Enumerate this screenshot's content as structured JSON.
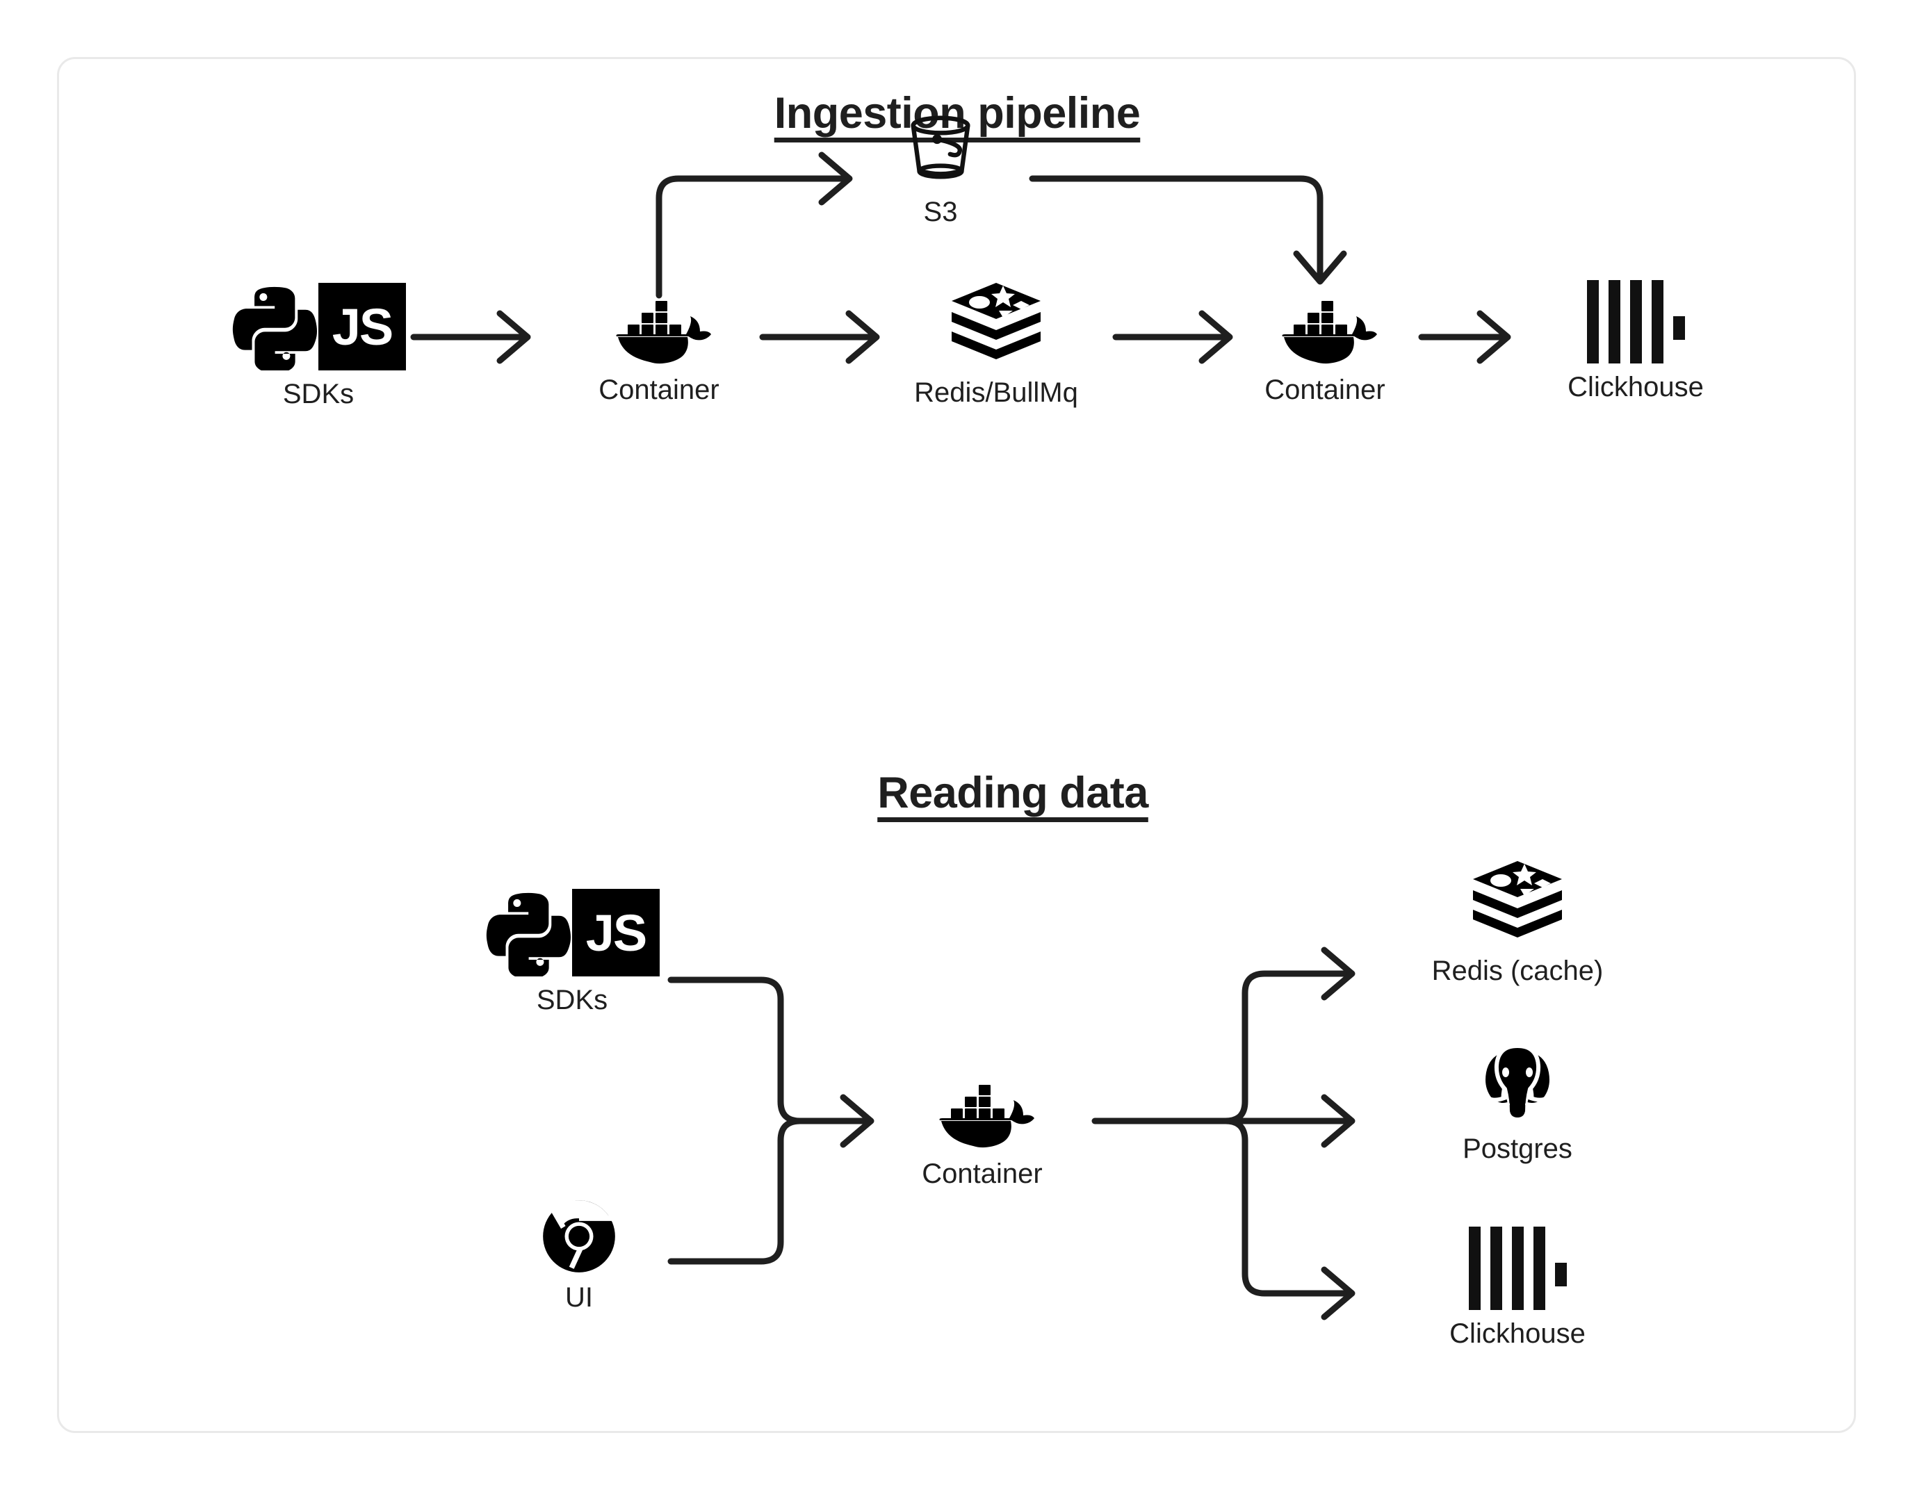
{
  "diagram": {
    "background": "#ffffff",
    "card_border_color": "#e9e9e9",
    "ink_color": "#1f1f1f",
    "sections": [
      {
        "id": "ingestion",
        "title": "Ingestion pipeline",
        "nodes": [
          {
            "id": "sdks-top",
            "label": "SDKs",
            "icon": "python-js-sdk-icon"
          },
          {
            "id": "s3",
            "label": "S3",
            "icon": "s3-bucket-icon"
          },
          {
            "id": "container-ingest",
            "label": "Container",
            "icon": "docker-whale-icon"
          },
          {
            "id": "redis-bullmq",
            "label": "Redis/BullMq",
            "icon": "redis-stack-icon"
          },
          {
            "id": "container-worker",
            "label": "Container",
            "icon": "docker-whale-icon"
          },
          {
            "id": "clickhouse-top",
            "label": "Clickhouse",
            "icon": "clickhouse-bars-icon"
          }
        ],
        "edges": [
          {
            "from": "sdks-top",
            "to": "container-ingest",
            "shape": "straight-arrow"
          },
          {
            "from": "container-ingest",
            "to": "s3",
            "shape": "elbow-up-right-arrow"
          },
          {
            "from": "container-ingest",
            "to": "redis-bullmq",
            "shape": "straight-arrow"
          },
          {
            "from": "s3",
            "to": "container-worker",
            "shape": "elbow-right-down-arrow"
          },
          {
            "from": "redis-bullmq",
            "to": "container-worker",
            "shape": "straight-arrow"
          },
          {
            "from": "container-worker",
            "to": "clickhouse-top",
            "shape": "straight-arrow"
          }
        ]
      },
      {
        "id": "reading",
        "title": "Reading data",
        "nodes": [
          {
            "id": "sdks-read",
            "label": "SDKs",
            "icon": "python-js-sdk-icon"
          },
          {
            "id": "ui",
            "label": "UI",
            "icon": "chrome-browser-icon"
          },
          {
            "id": "container-read",
            "label": "Container",
            "icon": "docker-whale-icon"
          },
          {
            "id": "redis-cache",
            "label": "Redis (cache)",
            "icon": "redis-stack-icon"
          },
          {
            "id": "postgres",
            "label": "Postgres",
            "icon": "postgres-elephant-icon"
          },
          {
            "id": "clickhouse-bottom",
            "label": "Clickhouse",
            "icon": "clickhouse-bars-icon"
          }
        ],
        "edges": [
          {
            "from": "sdks-read",
            "to": "container-read",
            "shape": "merge-arrow"
          },
          {
            "from": "ui",
            "to": "container-read",
            "shape": "merge-arrow"
          },
          {
            "from": "container-read",
            "to": "redis-cache",
            "shape": "branch-up-arrow"
          },
          {
            "from": "container-read",
            "to": "postgres",
            "shape": "branch-straight-arrow"
          },
          {
            "from": "container-read",
            "to": "clickhouse-bottom",
            "shape": "branch-down-arrow"
          }
        ]
      }
    ],
    "icon_text": {
      "js_badge": "JS"
    }
  }
}
